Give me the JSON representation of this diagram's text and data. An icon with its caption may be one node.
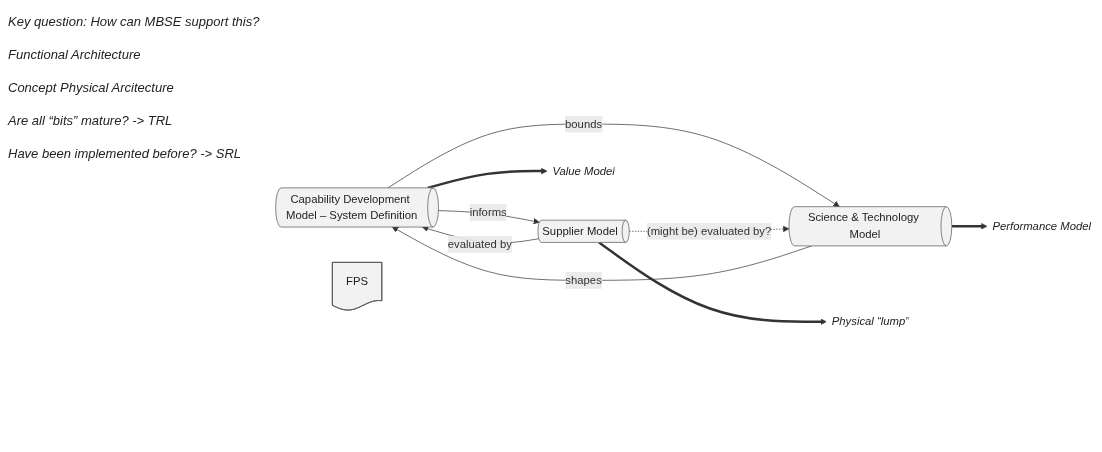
{
  "diagram": {
    "nodes": [
      {
        "text": [
          "Capability Development Model – System Definition"
        ]
      },
      {
        "text": [
          "Science & Technology Model"
        ]
      },
      {
        "text": [
          "Supplier Model"
        ]
      },
      {
        "text": [
          "Value Model"
        ]
      },
      {
        "text": [
          "Performance Model"
        ]
      },
      {
        "text": [
          "Physical “lump”"
        ]
      },
      {
        "text": [
          "FPS"
        ]
      }
    ],
    "edges": [
      {
        "from": 0,
        "to": 1,
        "arrow": "to",
        "label": "bounds"
      },
      {
        "from": 0,
        "to": 2,
        "arrow": "to",
        "label": "informs"
      },
      {
        "from": 1,
        "to": 0,
        "arrow": "to",
        "label": "shapes"
      },
      {
        "from": 2,
        "to": 0,
        "arrow": "to",
        "label": "evaluated by"
      },
      {
        "from": 2,
        "to": 1,
        "arrow": "to",
        "label": "(might be) evaluated by?",
        "style": "dashed"
      },
      {
        "from": 0,
        "to": 3,
        "arrow": "to",
        "style": "thick"
      },
      {
        "from": 1,
        "to": 4,
        "arrow": "to",
        "style": "thick"
      },
      {
        "from": 2,
        "to": 5,
        "arrow": "to",
        "style": "thick"
      }
    ],
    "labels": [
      "Key question: How can MBSE support this?",
      "Functional Architecture",
      "Concept Physical Arcitecture",
      "Are all “bits” mature? -> TRL",
      "Have been implemented before? -> SRL"
    ]
  }
}
